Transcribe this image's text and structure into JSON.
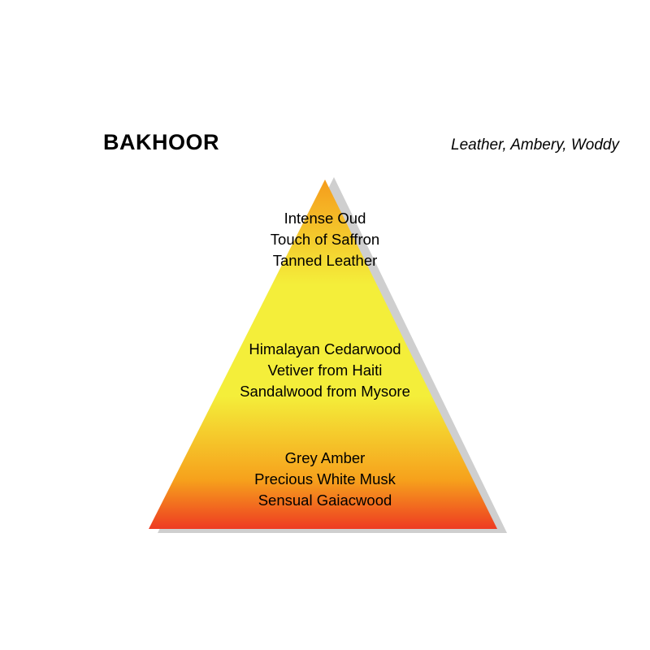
{
  "header": {
    "title": "BAKHOOR",
    "descriptors": "Leather, Ambery, Woddy"
  },
  "pyramid": {
    "top_notes": {
      "lines": [
        "Intense Oud",
        "Touch of Saffron",
        "Tanned Leather"
      ]
    },
    "heart_notes": {
      "lines": [
        "Himalayan Cedarwood",
        "Vetiver  from Haiti",
        "Sandalwood from Mysore"
      ]
    },
    "base_notes": {
      "lines": [
        "Grey Amber",
        "Precious White Musk",
        "Sensual Gaiacwood"
      ]
    },
    "colors": {
      "apex_orange": "#F59C1C",
      "mid_yellow": "#F4EE3A",
      "lower_orange": "#F6A11C",
      "base_red": "#EE3B22",
      "shadow_gray": "#CFCFCF"
    }
  }
}
